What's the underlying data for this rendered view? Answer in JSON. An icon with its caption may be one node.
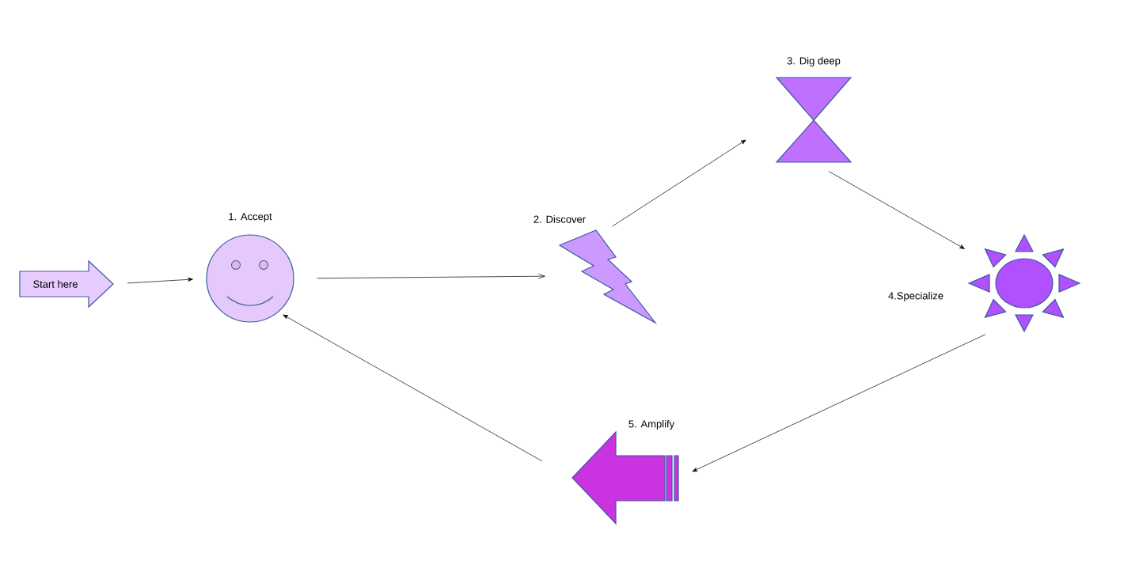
{
  "diagram": {
    "nodes": [
      {
        "text": [
          "Start here"
        ]
      },
      {
        "text": [
          "1. Accept"
        ]
      },
      {
        "text": [
          "2. Discover"
        ]
      },
      {
        "text": [
          "3. Dig deep"
        ]
      },
      {
        "text": [
          "4.Specialize"
        ]
      },
      {
        "text": [
          "5. Amplify"
        ]
      }
    ],
    "edges": [
      {
        "from": 0,
        "to": 1,
        "arrow": "to"
      },
      {
        "from": 1,
        "to": 2,
        "arrow": "to"
      },
      {
        "from": 2,
        "to": 3,
        "arrow": "to"
      },
      {
        "from": 3,
        "to": 4,
        "arrow": "to"
      },
      {
        "from": 4,
        "to": 5,
        "arrow": "to"
      },
      {
        "from": 5,
        "to": 1,
        "arrow": "to"
      }
    ]
  }
}
